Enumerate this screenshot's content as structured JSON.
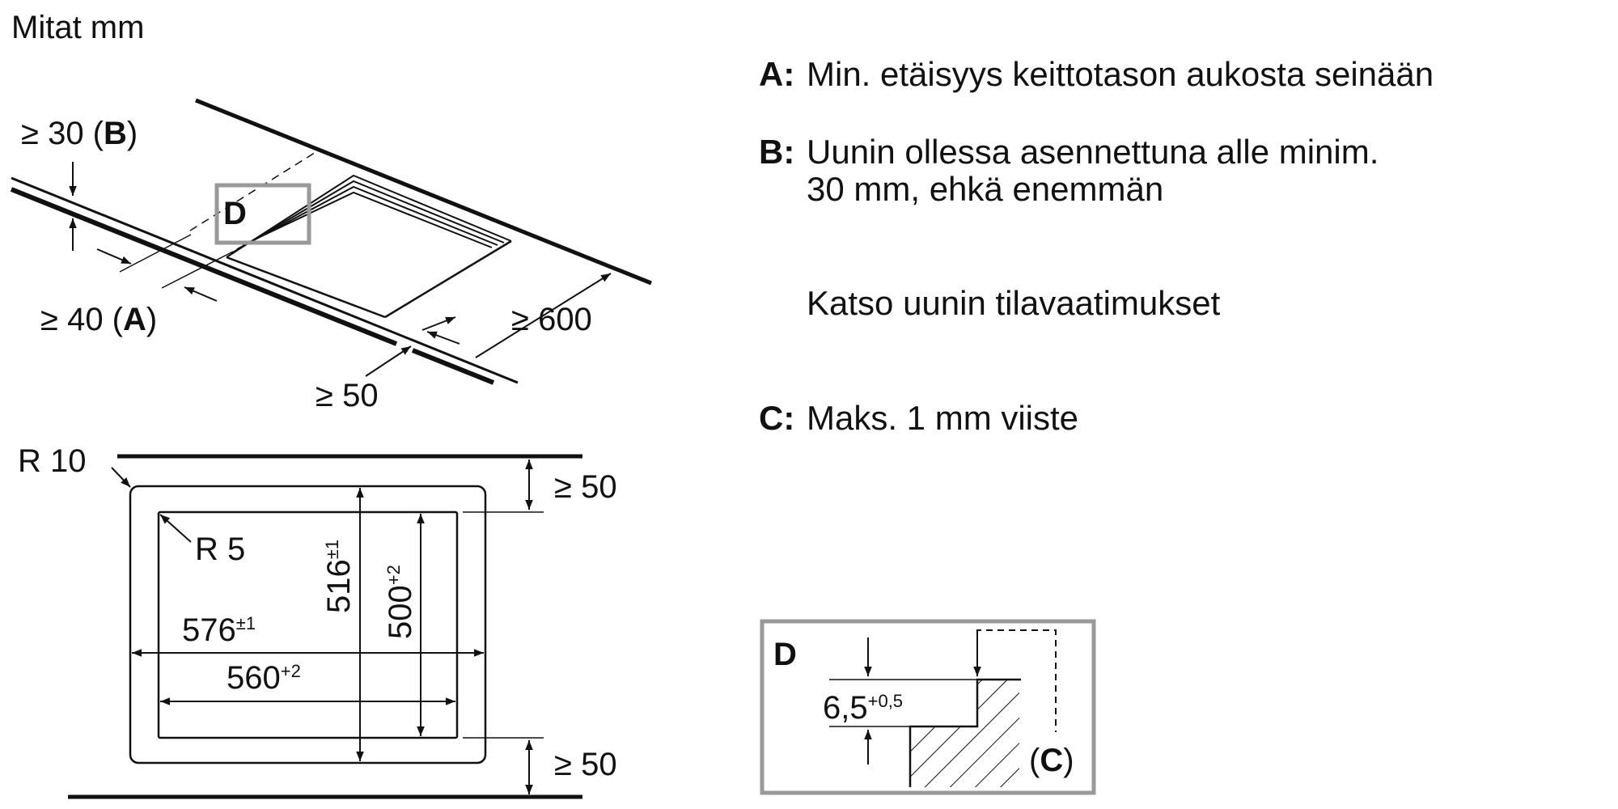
{
  "header": {
    "title": "Mitat mm"
  },
  "iso": {
    "dim_b": {
      "prefix": "≥ 30 (",
      "letter": "B",
      "suffix": ")"
    },
    "dim_a": {
      "prefix": "≥ 40 (",
      "letter": "A",
      "suffix": ")"
    },
    "dim_600": "≥ 600",
    "dim_50": "≥ 50",
    "detail_label": "D"
  },
  "plan": {
    "r10": "R 10",
    "r5": "R 5",
    "top_gap": "≥ 50",
    "bottom_gap": "≥ 50",
    "w576": {
      "value": "576",
      "tol": "±1"
    },
    "w560": {
      "value": "560",
      "tol": "+2"
    },
    "h516": {
      "value": "516",
      "tol": "±1"
    },
    "h500": {
      "value": "500",
      "tol": "+2"
    }
  },
  "legend": {
    "a": {
      "key": "A:",
      "text": "Min. etäisyys keittotason aukosta seinään"
    },
    "b": {
      "key": "B:",
      "line1": "Uunin ollessa asennettuna alle minim.",
      "line2": "30 mm, ehkä enemmän"
    },
    "note": "Katso uunin tilavaatimukset",
    "c": {
      "key": "C:",
      "text": "Maks. 1 mm viiste"
    }
  },
  "detail": {
    "label": "D",
    "dim": {
      "value": "6,5",
      "tol": "+0,5"
    },
    "c_prefix": "(",
    "c_letter": "C",
    "c_suffix": ")"
  }
}
